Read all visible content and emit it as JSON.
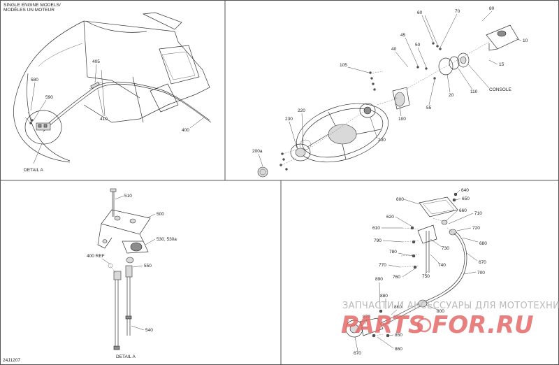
{
  "header": {
    "line1": "SINGLE ENGINE MODELS/",
    "line2": "MODÈLES UN MOTEUR"
  },
  "figure_id": "24J1207",
  "details": {
    "a_top": "DETAIL A",
    "a_bottom": "DETAIL A"
  },
  "watermark": {
    "tagline": "ЗАПЧАСТИ И АКСЕССУАРЫ ДЛЯ МОТОТЕХНИКИ",
    "brand_left": "PARTS",
    "brand_right": "FOR.RU"
  },
  "callouts": {
    "tl_580": "580",
    "tl_590": "590",
    "tl_405": "405",
    "tl_410": "410",
    "tl_400": "400",
    "tr_60": "60",
    "tr_70": "70",
    "tr_80": "80",
    "tr_10": "10",
    "tr_45": "45",
    "tr_40": "40",
    "tr_50": "50",
    "tr_105": "105",
    "tr_15": "15",
    "tr_console": "CONSOLE",
    "tr_20": "20",
    "tr_110": "110",
    "tr_55": "55",
    "tr_220": "220",
    "tr_230": "230",
    "tr_100": "100",
    "tr_200": "200",
    "tr_200a": "200a",
    "bl_510": "510",
    "bl_500": "500",
    "bl_530": "530, 530a",
    "bl_400ref": "400 REF",
    "bl_550": "550",
    "bl_540": "540",
    "br_640": "640",
    "br_600": "600",
    "br_650": "650",
    "br_660": "660",
    "br_620": "620",
    "br_710": "710",
    "br_610": "610",
    "br_720": "720",
    "br_790": "790",
    "br_730": "730",
    "br_680": "680",
    "br_780": "780",
    "br_740": "740",
    "br_670a": "670",
    "br_770": "770",
    "br_700": "700",
    "br_750": "750",
    "br_760": "760",
    "br_890": "890",
    "br_880": "880",
    "br_860a": "860",
    "br_870": "870",
    "br_850": "850",
    "br_800": "800",
    "br_670b": "670",
    "br_860b": "860"
  },
  "colors": {
    "line": "#333333",
    "panel_border": "#555555",
    "watermark_red": "#e46a6a",
    "watermark_gray": "#b9b9b9"
  }
}
